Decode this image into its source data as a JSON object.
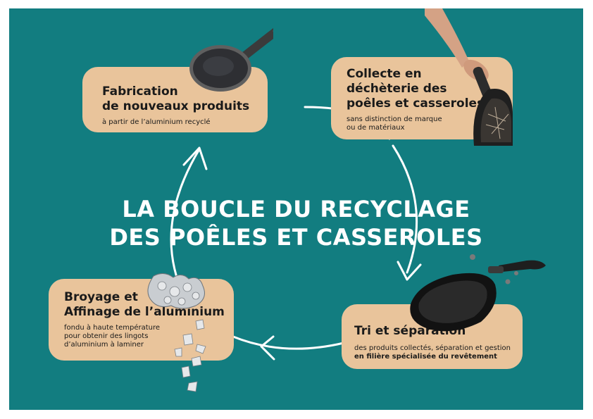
{
  "title_line1": "LA BOUCLE DU RECYCLAGE",
  "title_line2": "DES POÊLES ET CASSEROLES",
  "steps": {
    "fabrication": {
      "title": "Fabrication\nde nouveaux produits",
      "subtitle": "à partir de l’aluminium recyclé"
    },
    "collecte": {
      "title": "Collecte en\ndéchèterie des\npoêles et casseroles",
      "subtitle": "sans distinction de marque\nou de matériaux"
    },
    "tri": {
      "title": "Tri et séparation",
      "subtitle": "des produits collectés, séparation et gestion",
      "subtitle_bold": "en filière spécialisée du revêtement"
    },
    "broyage": {
      "title": "Broyage et\nAffinage de l’aluminium",
      "subtitle": "fondu à haute température\npour obtenir des lingots\nd’aluminium à laminer"
    }
  },
  "colors": {
    "background": "#127d80",
    "card": "#e9c49b",
    "loop": "#ffffff"
  },
  "icons": [
    "frying-pan-icon",
    "hand-holding-pan-icon",
    "pan-and-handle-icon",
    "aluminium-scraps-icon"
  ]
}
